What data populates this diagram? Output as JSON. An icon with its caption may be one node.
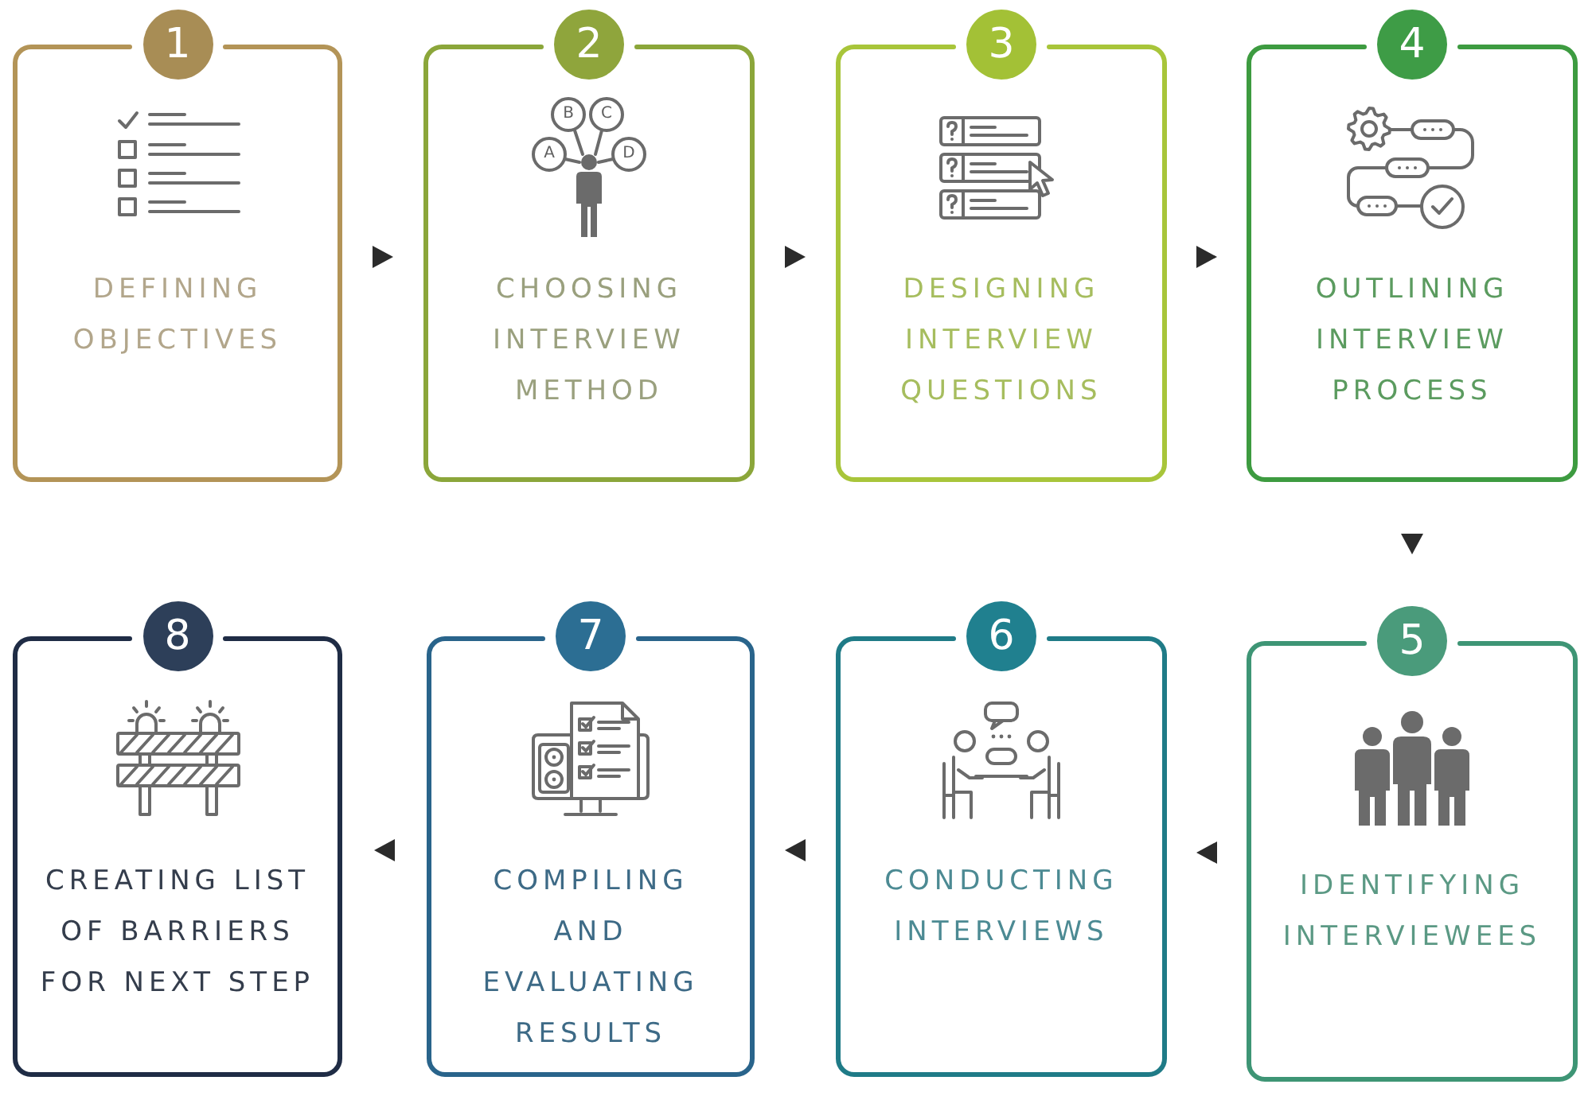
{
  "diagram": {
    "nodes": [
      {
        "text": [
          "1",
          "DEFINING OBJECTIVES"
        ]
      },
      {
        "text": [
          "2",
          "CHOOSING INTERVIEW METHOD"
        ]
      },
      {
        "text": [
          "3",
          "DESIGNING INTERVIEW QUESTIONS"
        ]
      },
      {
        "text": [
          "4",
          "OUTLINING INTERVIEW PROCESS"
        ]
      },
      {
        "text": [
          "5",
          "IDENTIFYING INTERVIEWEES"
        ]
      },
      {
        "text": [
          "6",
          "CONDUCTING INTERVIEWS"
        ]
      },
      {
        "text": [
          "7",
          "COMPILING AND EVALUATING RESULTS"
        ]
      },
      {
        "text": [
          "8",
          "CREATING LIST OF BARRIERS FOR NEXT STEP"
        ]
      }
    ],
    "edges": [
      {
        "from": 0,
        "to": 1,
        "arrow": "to"
      },
      {
        "from": 1,
        "to": 2,
        "arrow": "to"
      },
      {
        "from": 2,
        "to": 3,
        "arrow": "to"
      },
      {
        "from": 3,
        "to": 4,
        "arrow": "to"
      },
      {
        "from": 4,
        "to": 5,
        "arrow": "to"
      },
      {
        "from": 5,
        "to": 6,
        "arrow": "to"
      },
      {
        "from": 6,
        "to": 7,
        "arrow": "to"
      }
    ],
    "labels": [
      "B",
      "C",
      "A",
      "D"
    ]
  }
}
